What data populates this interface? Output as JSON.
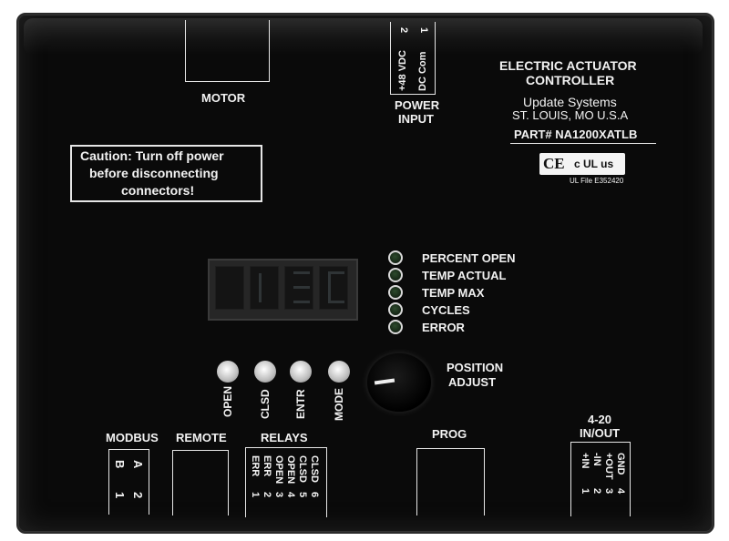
{
  "motor_label": "MOTOR",
  "power_input": {
    "label_line1": "POWER",
    "label_line2": "INPUT",
    "pin1_text": "+48 VDC",
    "pin1_num": "2",
    "pin2_text": "DC Com",
    "pin2_num": "1"
  },
  "title": {
    "line1": "ELECTRIC ACTUATOR",
    "line2": "CONTROLLER",
    "company": "Update Systems",
    "location": "ST. LOUIS, MO U.S.A",
    "part": "PART# NA1200XATLB",
    "ce_mark": "CE",
    "ul_mark": "c UL us",
    "ul_file": "UL File E352420"
  },
  "caution": {
    "line1": "Caution: Turn off power",
    "line2": "before disconnecting",
    "line3": "connectors!"
  },
  "indicators": [
    "PERCENT OPEN",
    "TEMP ACTUAL",
    "TEMP MAX",
    "CYCLES",
    "ERROR"
  ],
  "buttons": [
    "OPEN",
    "CLSD",
    "ENTR",
    "MODE"
  ],
  "position_adjust": {
    "line1": "POSITION",
    "line2": "ADJUST"
  },
  "bottom_labels": {
    "modbus": "MODBUS",
    "remote": "REMOTE",
    "relays": "RELAYS",
    "prog": "PROG",
    "io_line1": "4-20",
    "io_line2": "IN/OUT"
  },
  "modbus_pins": [
    {
      "name": "A",
      "num": "2"
    },
    {
      "name": "B",
      "num": "1"
    }
  ],
  "relay_pins": [
    {
      "name": "CLSD",
      "num": "6"
    },
    {
      "name": "CLSD",
      "num": "5"
    },
    {
      "name": "OPEN",
      "num": "4"
    },
    {
      "name": "OPEN",
      "num": "3"
    },
    {
      "name": "ERR",
      "num": "2"
    },
    {
      "name": "ERR",
      "num": "1"
    }
  ],
  "io_pins": [
    {
      "name": "GND",
      "num": "4"
    },
    {
      "name": "+OUT",
      "num": "3"
    },
    {
      "name": "-IN",
      "num": "2"
    },
    {
      "name": "+IN",
      "num": "1"
    }
  ],
  "colors": {
    "panel": "#0a0a0a",
    "text": "#f2f2f2",
    "button": "#d6d6d6"
  }
}
